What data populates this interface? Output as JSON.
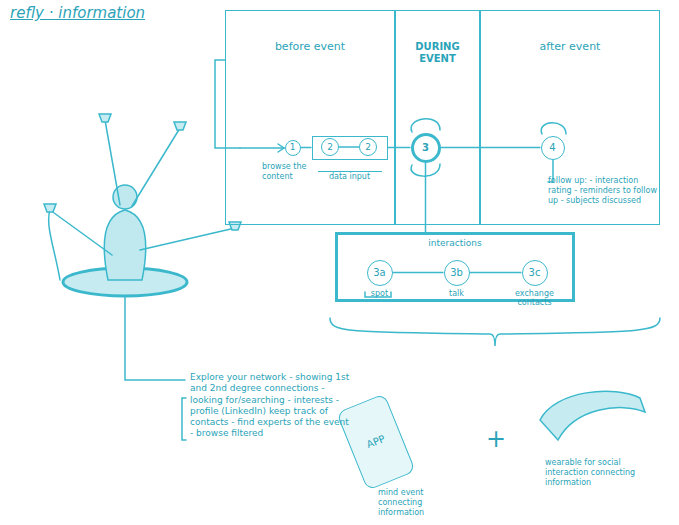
{
  "diagram": {
    "title": "refly · information",
    "nodes": [
      {
        "text": [
          "before event"
        ]
      },
      {
        "text": [
          "DURING EVENT"
        ]
      },
      {
        "text": [
          "after event"
        ]
      },
      {
        "text": [
          "1"
        ],
        "in": 0
      },
      {
        "text": [
          "data input"
        ],
        "in": 0
      },
      {
        "text": [
          "2"
        ],
        "in": 4
      },
      {
        "text": [
          "2"
        ],
        "in": 4
      },
      {
        "text": [
          "3"
        ],
        "in": 1
      },
      {
        "text": [
          "4"
        ],
        "in": 2
      },
      {
        "text": [
          "interactions"
        ]
      },
      {
        "text": [
          "3a",
          "spot"
        ],
        "in": 9
      },
      {
        "text": [
          "3b",
          "talk"
        ],
        "in": 9
      },
      {
        "text": [
          "3c",
          "exchange contacts"
        ],
        "in": 9
      },
      {
        "text": [
          "APP"
        ]
      }
    ],
    "edges": [
      {
        "from": 3,
        "to": 4,
        "arrow": "none"
      },
      {
        "from": 5,
        "to": 6,
        "arrow": "none"
      },
      {
        "from": 4,
        "to": 7,
        "arrow": "none"
      },
      {
        "from": 7,
        "to": 8,
        "arrow": "none"
      },
      {
        "from": 7,
        "to": 9,
        "arrow": "none"
      },
      {
        "from": 10,
        "to": 11,
        "arrow": "none"
      },
      {
        "from": 11,
        "to": 12,
        "arrow": "none"
      }
    ],
    "labels": [
      "browse the content",
      "follow up: - interaction rating - reminders to follow up - subjects discussed",
      "Explore your network - showing 1st and 2nd degree connections - looking for/searching - interests - profile (LinkedIn) keep track of contacts - find experts of the event - browse filtered",
      "mind event connecting information",
      "wearable for social interaction connecting information",
      "+"
    ]
  }
}
